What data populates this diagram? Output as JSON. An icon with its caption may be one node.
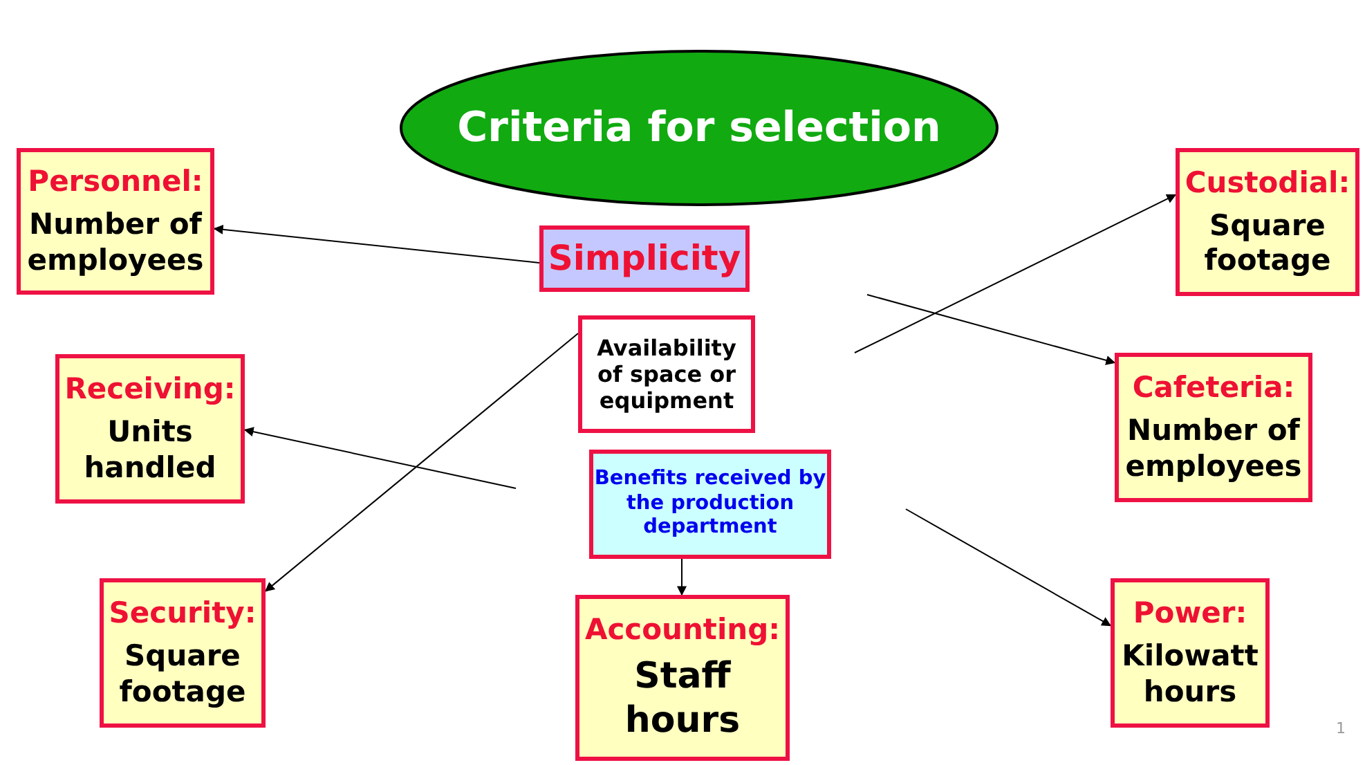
{
  "diagram": {
    "nodes": [
      {
        "text": [
          "Criteria for selection"
        ]
      },
      {
        "text": [
          "Personnel:",
          "Number of employees"
        ]
      },
      {
        "text": [
          "Custodial:",
          "Square footage"
        ]
      },
      {
        "text": [
          "Simplicity"
        ]
      },
      {
        "text": [
          "Availability of space or equipment"
        ]
      },
      {
        "text": [
          "Receiving:",
          "Units handled"
        ]
      },
      {
        "text": [
          "Cafeteria:",
          "Number of employees"
        ]
      },
      {
        "text": [
          "Benefits received by the production department"
        ]
      },
      {
        "text": [
          "Security:",
          "Square footage"
        ]
      },
      {
        "text": [
          "Accounting:",
          "Staff hours"
        ]
      },
      {
        "text": [
          "Power:",
          "Kilowatt hours"
        ]
      }
    ],
    "edges": [
      {
        "from": 3,
        "to": 1,
        "arrow": "to"
      },
      {
        "from": null,
        "to": 6,
        "arrow": "to"
      },
      {
        "from": null,
        "to": 2,
        "arrow": "to"
      },
      {
        "from": 4,
        "to": 8,
        "arrow": "to"
      },
      {
        "from": null,
        "to": 5,
        "arrow": "to"
      },
      {
        "from": null,
        "to": 10,
        "arrow": "to"
      },
      {
        "from": 7,
        "to": 9,
        "arrow": "to"
      }
    ],
    "labels": [
      "1"
    ]
  }
}
